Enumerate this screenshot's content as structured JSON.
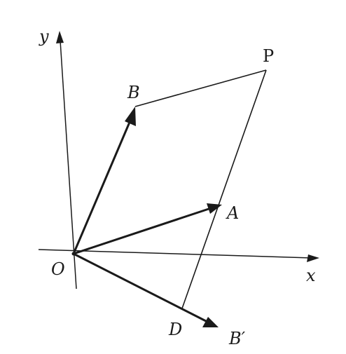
{
  "figure": {
    "labels": {
      "y_axis": "y",
      "x_axis": "x",
      "origin": "O",
      "A": "A",
      "B": "B",
      "P": "P",
      "D": "D",
      "B_prime": "B′"
    },
    "ink_color": "#1a1a1a",
    "background": "#ffffff"
  }
}
